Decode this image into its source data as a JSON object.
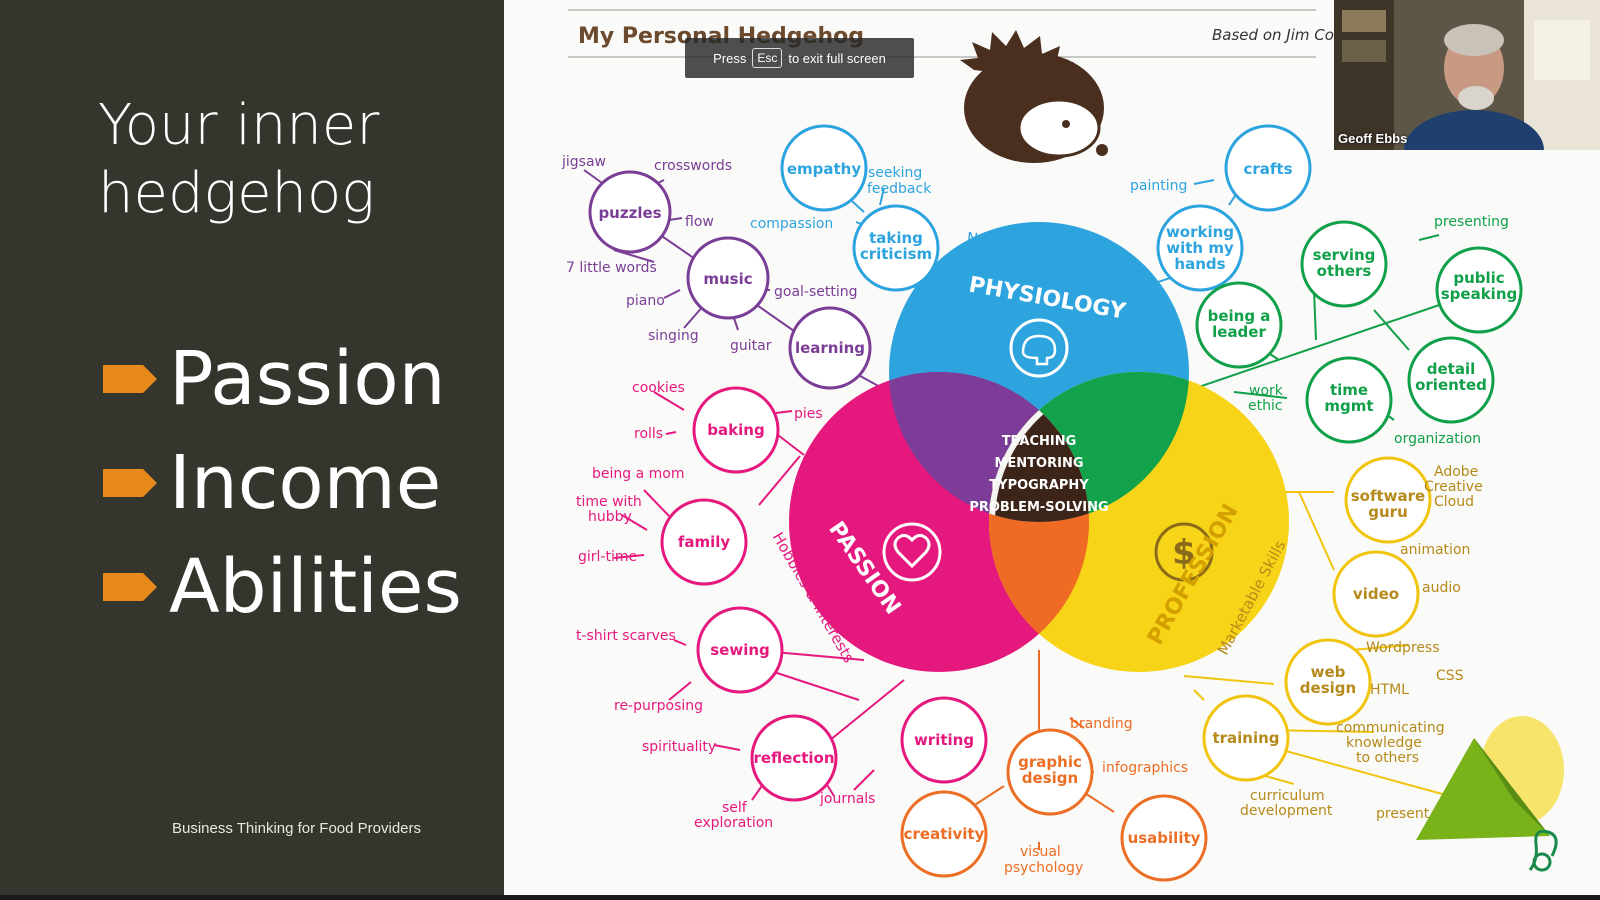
{
  "slide_left": {
    "title": "Your inner hedgehog",
    "bullets": [
      "Passion",
      "Income",
      "Abilities"
    ],
    "footer": "Business Thinking for Food Providers",
    "bullet_color": "#e8891c",
    "background": "#34352d"
  },
  "fullscreen_notice": {
    "press": "Press",
    "key": "Esc",
    "rest": "to exit full screen"
  },
  "webcam": {
    "participant_name": "Geoff Ebbs"
  },
  "diagram": {
    "title": "My Personal Hedgehog",
    "based_on": "Based on Jim Co",
    "center_lines": [
      "TEACHING",
      "MENTORING",
      "TYPOGRAPHY",
      "PROBLEM-SOLVING"
    ],
    "circles": {
      "physiology": {
        "label": "PHYSIOLOGY",
        "arc": "Natural Abilities",
        "color": "#2ea4df"
      },
      "passion": {
        "label": "PASSION",
        "arc": "Hobbies & Interests",
        "color": "#e5187e"
      },
      "profession": {
        "label": "PROFESSION",
        "arc": "Marketable Skills",
        "color": "#f7d418"
      }
    },
    "bubbles": {
      "puzzles": "puzzles",
      "music": "music",
      "learning": "learning",
      "empathy": "empathy",
      "taking_criticism_1": "taking",
      "taking_criticism_2": "criticism",
      "crafts": "crafts",
      "working_1": "working",
      "working_2": "with my",
      "working_3": "hands",
      "serving_1": "serving",
      "serving_2": "others",
      "leader_1": "being a",
      "leader_2": "leader",
      "public_1": "public",
      "public_2": "speaking",
      "time_1": "time",
      "time_2": "mgmt",
      "detail_1": "detail",
      "detail_2": "oriented",
      "baking": "baking",
      "family": "family",
      "sewing": "sewing",
      "reflection": "reflection",
      "writing": "writing",
      "graphic_1": "graphic",
      "graphic_2": "design",
      "creativity": "creativity",
      "usability": "usability",
      "software_1": "software",
      "software_2": "guru",
      "video": "video",
      "web_1": "web",
      "web_2": "design",
      "training": "training"
    },
    "labels": {
      "jigsaw": "jigsaw",
      "crosswords": "crosswords",
      "flow": "flow",
      "seven_words": "7 little words",
      "piano": "piano",
      "singing": "singing",
      "guitar": "guitar",
      "goal_setting": "goal-setting",
      "seeking_1": "seeking",
      "seeking_2": "feedback",
      "compassion": "compassion",
      "painting": "painting",
      "presenting": "presenting",
      "work_1": "work",
      "work_2": "ethic",
      "organization": "organization",
      "cookies": "cookies",
      "rolls": "rolls",
      "pies": "pies",
      "being_mom": "being a mom",
      "hubby_1": "time with",
      "hubby_2": "hubby",
      "girl_time": "girl-time",
      "tshirt": "t-shirt scarves",
      "repurposing": "re-purposing",
      "spirituality": "spirituality",
      "self_1": "self",
      "self_2": "exploration",
      "journals": "journals",
      "branding": "branding",
      "infographics": "infographics",
      "visual_1": "visual",
      "visual_2": "psychology",
      "adobe_1": "Adobe",
      "adobe_2": "Creative",
      "adobe_3": "Cloud",
      "animation": "animation",
      "audio": "audio",
      "wordpress": "Wordpress",
      "css": "CSS",
      "html": "HTML",
      "comm_1": "communicating",
      "comm_2": "knowledge",
      "comm_3": "to others",
      "curr_1": "curriculum",
      "curr_2": "development",
      "present": "present"
    }
  }
}
